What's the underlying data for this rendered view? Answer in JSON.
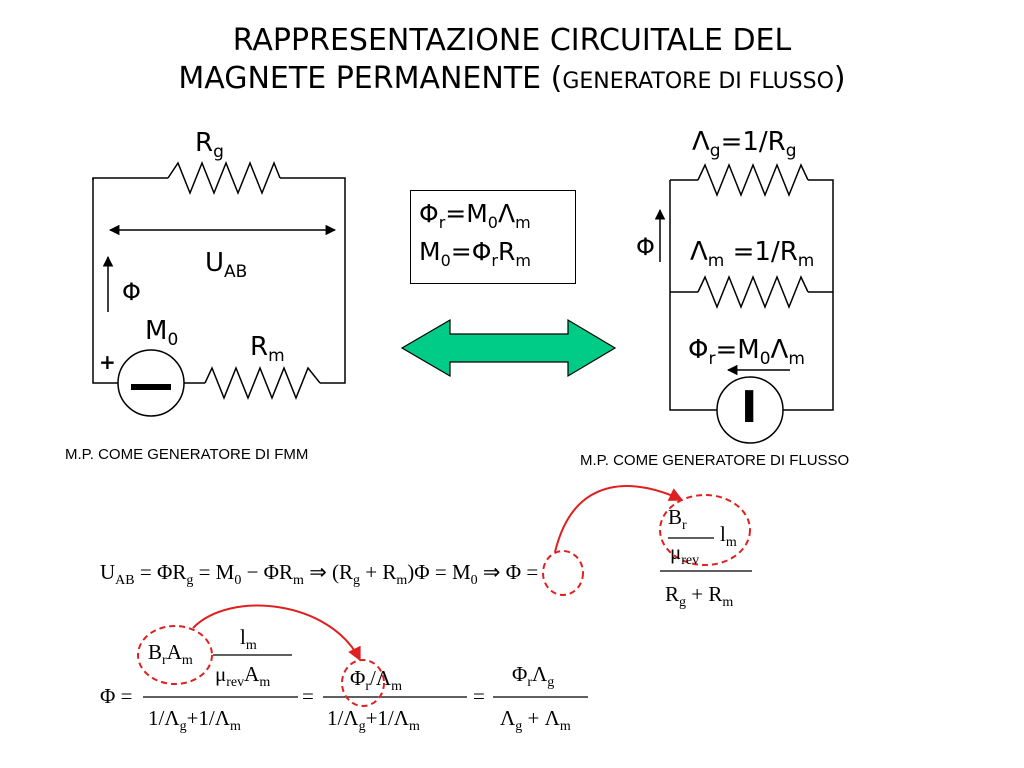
{
  "title": {
    "line1": "RAPPRESENTAZIONE CIRCUITALE DEL",
    "line2_main": "MAGNETE PERMANENTE (",
    "line2_small": "GENERATORE DI FLUSSO",
    "line2_close": ")"
  },
  "left_circuit": {
    "rg": {
      "base": "R",
      "sub": "g"
    },
    "uab": {
      "base": "U",
      "sub": "AB"
    },
    "phi": "Φ",
    "m0": {
      "base": "M",
      "sub": "0"
    },
    "rm": {
      "base": "R",
      "sub": "m"
    },
    "plus": "+",
    "caption": "M.P. COME GENERATORE DI FMM"
  },
  "center_box": {
    "line1": {
      "a": "Φ",
      "a_sub": "r",
      "b": "=M",
      "b_sub": "0",
      "c": "Λ",
      "c_sub": "m"
    },
    "line2": {
      "a": "M",
      "a_sub": "0",
      "b": "=Φ",
      "b_sub": "r",
      "c": "R",
      "c_sub": "m"
    }
  },
  "right_circuit": {
    "lambda_g": {
      "a": "Λ",
      "a_sub": "g",
      "b": "=1/R",
      "b_sub": "g"
    },
    "lambda_m": {
      "a": "Λ",
      "a_sub": "m",
      "b": " =1/R",
      "b_sub": "m"
    },
    "phi": "Φ",
    "phi_r": {
      "a": "Φ",
      "a_sub": "r",
      "b": "=M",
      "b_sub": "0",
      "c": "Λ",
      "c_sub": "m"
    },
    "source_symbol": "I",
    "caption": "M.P. COME GENERATORE DI FLUSSO"
  },
  "equation1": {
    "u": "U",
    "u_sub": "AB",
    "p1": "= ΦR",
    "p1_sub": "g",
    "p2": "= M",
    "p2_sub": "0",
    "p3": "− ΦR",
    "p3_sub": "m",
    "p4": "⇒ (R",
    "p4_sub": "g",
    "p5": "+ R",
    "p5_sub": "m",
    "p6": ")Φ = M",
    "p6_sub": "0",
    "p7": "⇒ Φ =",
    "num": {
      "a": "B",
      "a_sub": "r",
      "b": "l",
      "b_sub": "m",
      "c": "μ",
      "c_sub": "rev"
    },
    "den": {
      "a": "R",
      "a_sub": "g",
      "b": "+ R",
      "b_sub": "m"
    }
  },
  "equation2": {
    "phi_eq": "Φ =",
    "f1_num_top": {
      "a": "B",
      "a_sub": "r",
      "b": "A",
      "b_sub": "m",
      "c": "l",
      "c_sub": "m"
    },
    "f1_num_bot": {
      "a": "μ",
      "a_sub": "rev",
      "b": "A",
      "b_sub": "m"
    },
    "f1_den": {
      "a": "1/Λ",
      "a_sub": "g",
      "b": "+1/Λ",
      "b_sub": "m"
    },
    "eq2": "=",
    "f2_num": {
      "a": "Φ",
      "a_sub": "r",
      "b": "/Λ",
      "b_sub": "m"
    },
    "f2_den": {
      "a": "1/Λ",
      "a_sub": "g",
      "b": "+1/Λ",
      "b_sub": "m"
    },
    "eq3": "=",
    "f3_num": {
      "a": "Φ",
      "a_sub": "r",
      "b": "Λ",
      "b_sub": "g"
    },
    "f3_den": {
      "a": "Λ",
      "a_sub": "g",
      "b": "+ Λ",
      "b_sub": "m"
    }
  },
  "colors": {
    "arrow_fill": "#00cc88",
    "highlight": "#e02020",
    "stroke": "#000000"
  }
}
